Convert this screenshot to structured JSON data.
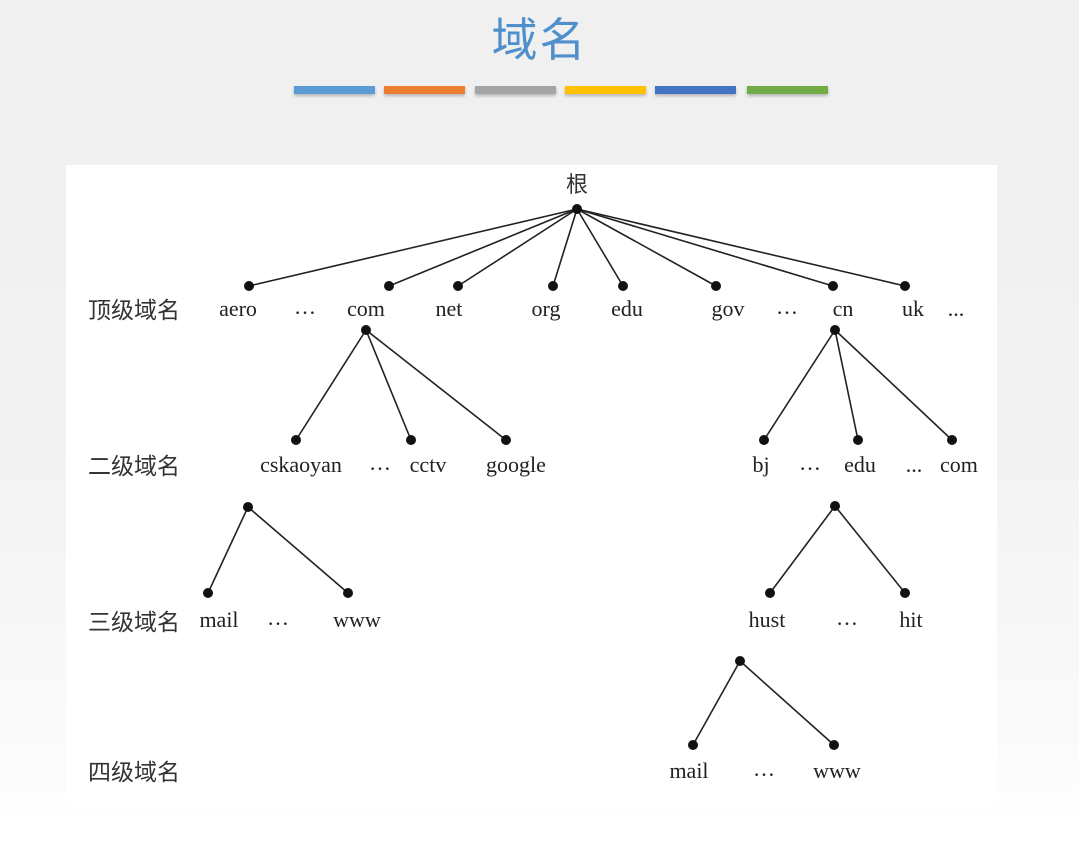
{
  "title": "域名",
  "accent_bars": [
    "#5b9bd5",
    "#ed7d31",
    "#a5a5a5",
    "#ffc000",
    "#4472c4",
    "#70ad47"
  ],
  "diagram": {
    "root_label": "根",
    "level_labels": [
      "顶级域名",
      "二级域名",
      "三级域名",
      "四级域名"
    ],
    "top_level": [
      "aero",
      "…",
      "com",
      "net",
      "org",
      "edu",
      "gov",
      "…",
      "cn",
      "uk",
      "..."
    ],
    "second_level_under_com": [
      "cskaoyan",
      "…",
      "cctv",
      "google"
    ],
    "second_level_under_cn": [
      "bj",
      "…",
      "edu",
      "...",
      "com"
    ],
    "third_level_under_cskaoyan": [
      "mail",
      "…",
      "www"
    ],
    "third_level_under_cn_edu": [
      "hust",
      "…",
      "hit"
    ],
    "fourth_level_under_hust": [
      "mail",
      "…",
      "www"
    ]
  }
}
